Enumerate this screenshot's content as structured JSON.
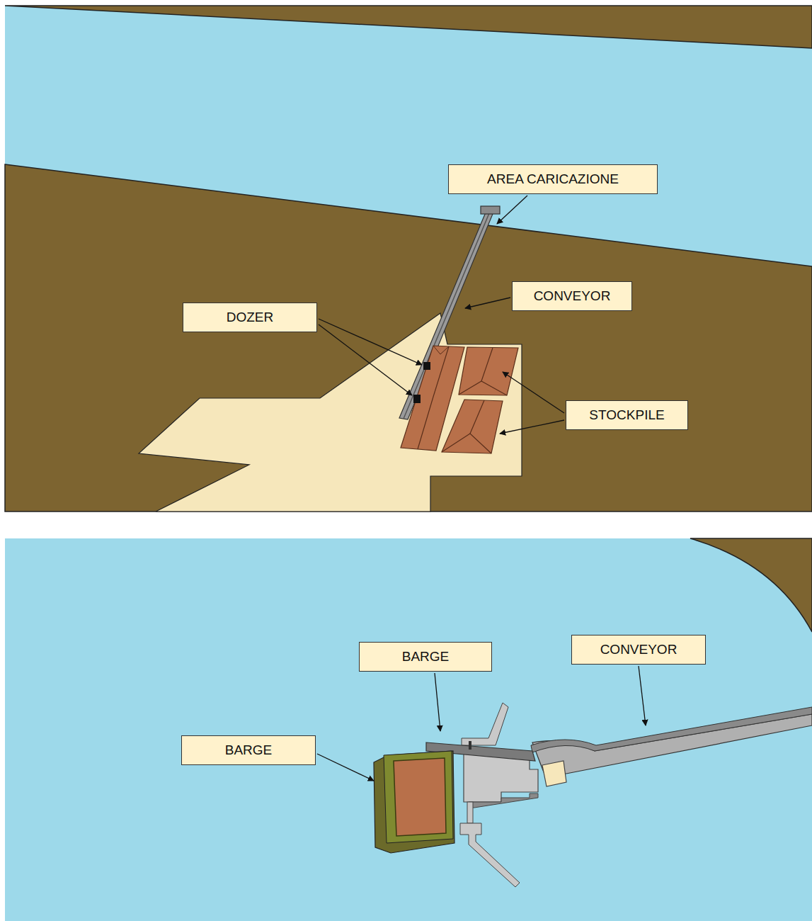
{
  "diagram": {
    "nodes": [
      {
        "text": [
          "AREA CARICAZIONE"
        ]
      },
      {
        "text": [
          "CONVEYOR"
        ]
      },
      {
        "text": [
          "DOZER"
        ]
      },
      {
        "text": [
          "STOCKPILE"
        ]
      },
      {
        "text": [
          "CONVEYOR"
        ]
      },
      {
        "text": [
          "BARGE"
        ]
      },
      {
        "text": [
          "BARGE"
        ]
      }
    ]
  }
}
